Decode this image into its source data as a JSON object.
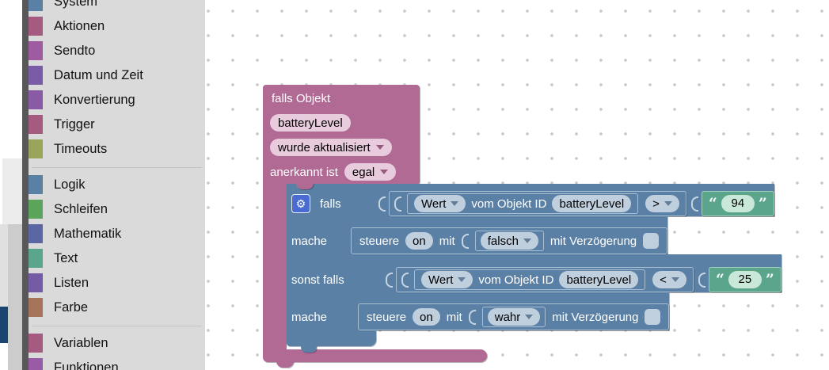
{
  "toolbox": {
    "categories": [
      {
        "label": "System",
        "color": "#5b80a5"
      },
      {
        "label": "Aktionen",
        "color": "#a55b80"
      },
      {
        "label": "Sendto",
        "color": "#9e5ba0"
      },
      {
        "label": "Datum und Zeit",
        "color": "#7a5ba5"
      },
      {
        "label": "Konvertierung",
        "color": "#8a5ba5"
      },
      {
        "label": "Trigger",
        "color": "#a55b80"
      },
      {
        "label": "Timeouts",
        "color": "#9aa55b"
      },
      {
        "label": "Logik",
        "color": "#5b80a5",
        "separator_before": true
      },
      {
        "label": "Schleifen",
        "color": "#5ba55b"
      },
      {
        "label": "Mathematik",
        "color": "#5b67a5"
      },
      {
        "label": "Text",
        "color": "#5ba58c"
      },
      {
        "label": "Listen",
        "color": "#745ba5"
      },
      {
        "label": "Farbe",
        "color": "#a5745b"
      },
      {
        "label": "Variablen",
        "color": "#a55b80",
        "separator_before": true
      },
      {
        "label": "Funktionen",
        "color": "#995ba5"
      }
    ]
  },
  "workspace": {
    "quotes": {
      "open": "“",
      "close": "”"
    },
    "trigger_block": {
      "title": "falls Objekt",
      "object_id": "batteryLevel",
      "event": "wurde aktualisiert",
      "ack_label": "anerkannt ist",
      "ack_value": "egal",
      "color": "#b06a94"
    },
    "if_block": {
      "color": "#5b80a5",
      "if_label": "falls",
      "do_label": "mache",
      "elseif_label": "sonst falls",
      "conditions": [
        {
          "selector": "Wert",
          "of_label": "vom Objekt ID",
          "object_id": "batteryLevel",
          "operator": ">",
          "value": "94"
        },
        {
          "selector": "Wert",
          "of_label": "vom Objekt ID",
          "object_id": "batteryLevel",
          "operator": "<",
          "value": "25"
        }
      ],
      "actions": [
        {
          "verb": "steuere",
          "target": "on",
          "with_label": "mit",
          "value": "falsch",
          "delay_label": "mit Verzögerung",
          "delay_checked": false
        },
        {
          "verb": "steuere",
          "target": "on",
          "with_label": "mit",
          "value": "wahr",
          "delay_label": "mit Verzögerung",
          "delay_checked": false
        }
      ]
    },
    "colors": {
      "text_block": "#5ba58c",
      "chip_blue": "#c0cfdd",
      "chip_pink": "#e8cbdd",
      "accent_navy": "#1a4570"
    }
  }
}
